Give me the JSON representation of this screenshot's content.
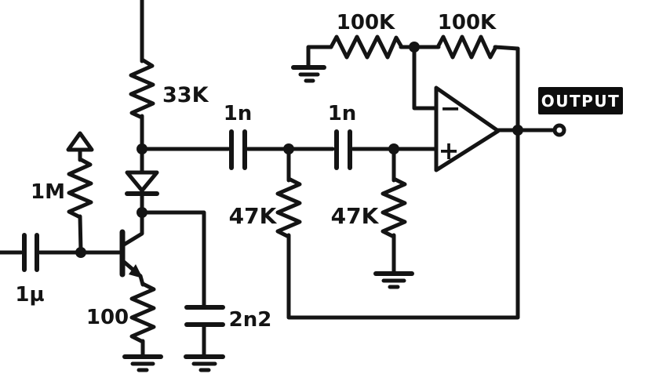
{
  "page": {
    "background": "#ffffff",
    "ink_color": "#141414",
    "badge_bg": "#0d0d0d",
    "badge_fg": "#ffffff"
  },
  "schematic": {
    "components": {
      "r_collector": {
        "label": "33K",
        "symbol": "resistor-vertical"
      },
      "r_bias": {
        "label": "1M",
        "symbol": "resistor-vertical"
      },
      "c_input": {
        "label": "1µ",
        "symbol": "capacitor-series"
      },
      "r_emitter": {
        "label": "100",
        "symbol": "resistor-vertical"
      },
      "c_collector": {
        "label": "2n2",
        "symbol": "capacitor-to-ground"
      },
      "c_filter_1": {
        "label": "1n",
        "symbol": "capacitor-series"
      },
      "c_filter_2": {
        "label": "1n",
        "symbol": "capacitor-series"
      },
      "r_filter_1": {
        "label": "47K",
        "symbol": "resistor-vertical"
      },
      "r_filter_2": {
        "label": "47K",
        "symbol": "resistor-vertical"
      },
      "r_gain_1": {
        "label": "100K",
        "symbol": "resistor-horizontal"
      },
      "r_gain_2": {
        "label": "100K",
        "symbol": "resistor-horizontal"
      }
    },
    "opamp": {
      "inverting_input": "−",
      "noninverting_input": "+"
    },
    "output": {
      "label": "OUTPUT"
    }
  }
}
